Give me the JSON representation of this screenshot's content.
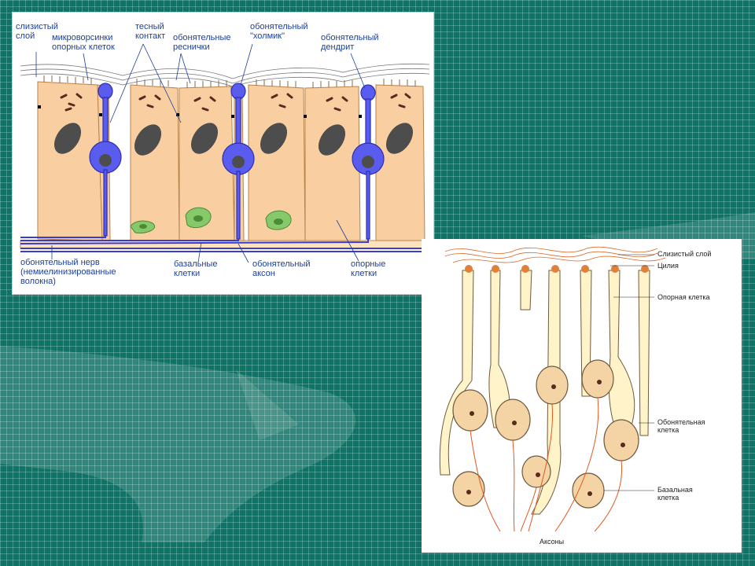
{
  "top_diagram": {
    "labels": {
      "mucus_layer": "слизистый\nслой",
      "microvilli": "микроворсинки\nопорных клеток",
      "tight_junction": "тесный\nконтакт",
      "cilia": "обонятельные\nреснички",
      "olfactory_knob": "обонятельный\n\"холмик\"",
      "olfactory_dendrite": "обонятельный\nдендрит",
      "olfactory_nerve": "обонятельный нерв\n(немиелинизированные\nволокна)",
      "basal_cells": "базальные\nклетки",
      "olfactory_axon": "обонятельный\nаксон",
      "supporting_cells": "опорные\nклетки"
    },
    "colors": {
      "supporting_cell": "#f9cfa1",
      "olfactory_neuron": "#5a5cf0",
      "nucleus": "#4d4d4d",
      "basal_cell": "#86c96a",
      "label": "#1c3f9c"
    }
  },
  "bottom_diagram": {
    "labels": {
      "mucus_layer": "Слизистый слой",
      "cilia": "Цилия",
      "supporting_cell": "Опорная клетка",
      "olfactory_cell": "Обонятельная\nклетка",
      "basal_cell": "Базальная\nклетка",
      "axons": "Аксоны"
    },
    "colors": {
      "cell_fill": "#fff3c9",
      "nucleus_fill": "#f4d3a4",
      "axon": "#e05a20"
    }
  }
}
